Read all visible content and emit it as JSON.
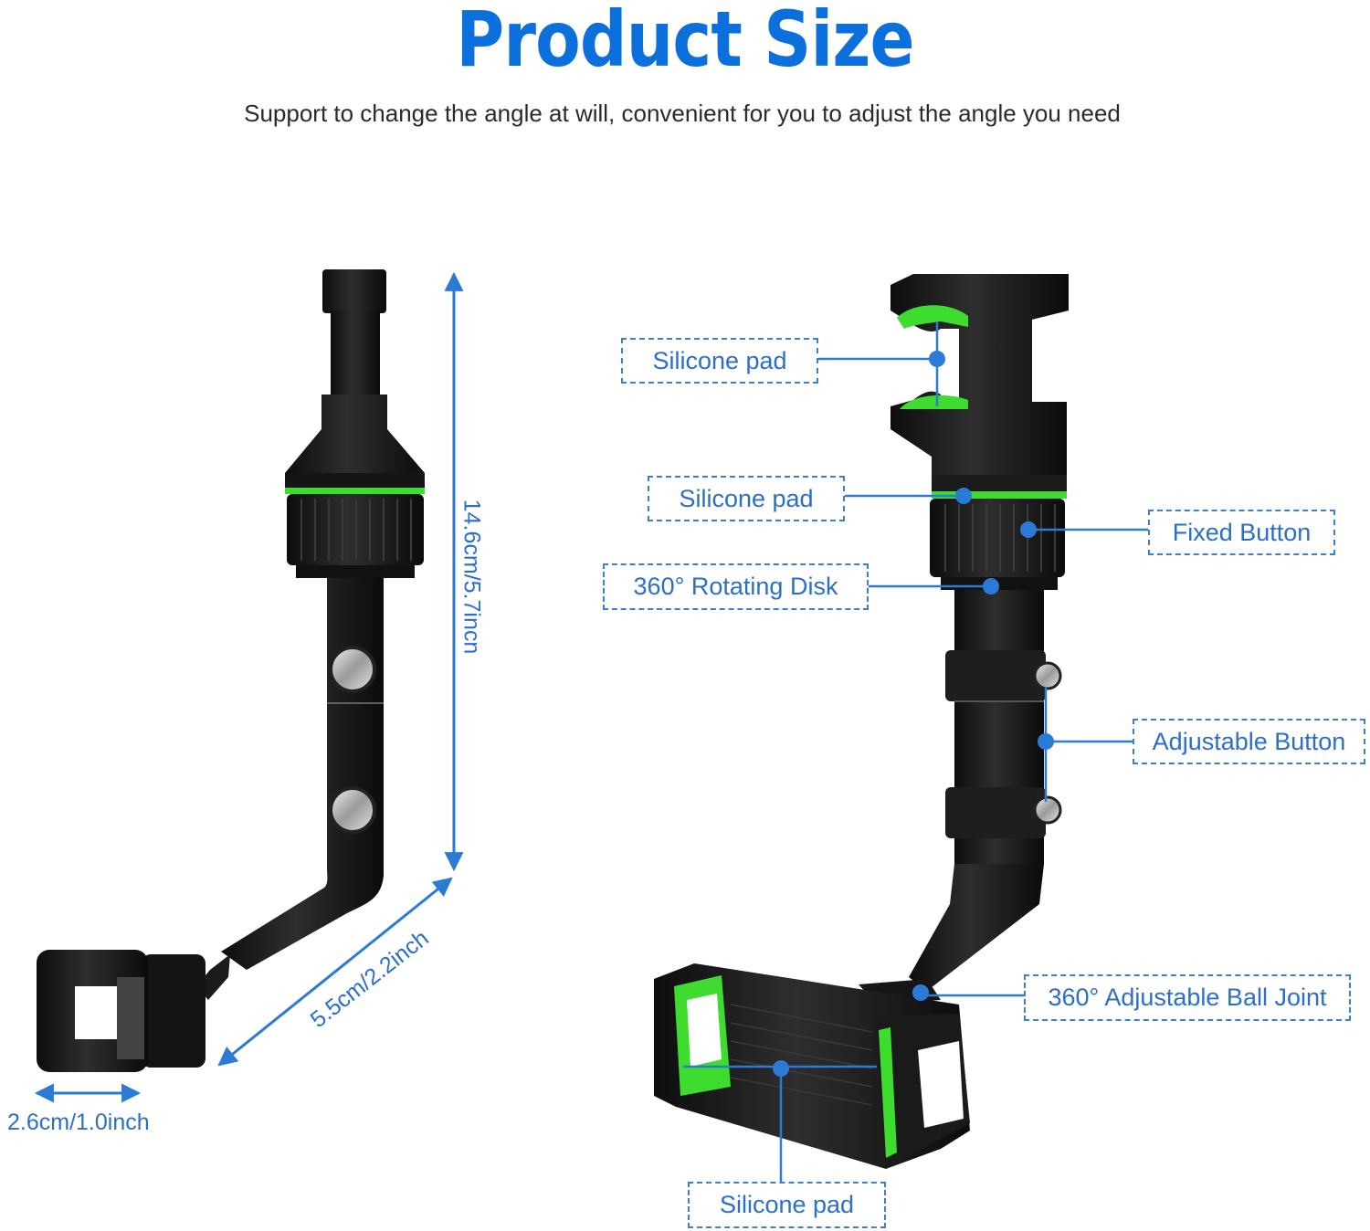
{
  "header": {
    "title": "Product Size",
    "subtitle": "Support to change the angle at will, convenient for you to adjust the angle you need"
  },
  "dimensions": {
    "height": "14.6cm/5.7incn",
    "arm_length": "5.5cm/2.2inch",
    "clamp_width": "2.6cm/1.0inch"
  },
  "callouts": {
    "silicone_pad_top": "Silicone pad",
    "silicone_pad_ring": "Silicone pad",
    "fixed_button": "Fixed Button",
    "rotating_disk": "360° Rotating Disk",
    "adjustable_button": "Adjustable Button",
    "ball_joint": "360° Adjustable Ball Joint",
    "silicone_pad_bottom": "Silicone pad"
  },
  "colors": {
    "title_blue": "#0b6fdc",
    "label_blue": "#2b6fc9",
    "accent_green": "#3ddc2e",
    "product_black": "#1c1c1c"
  }
}
